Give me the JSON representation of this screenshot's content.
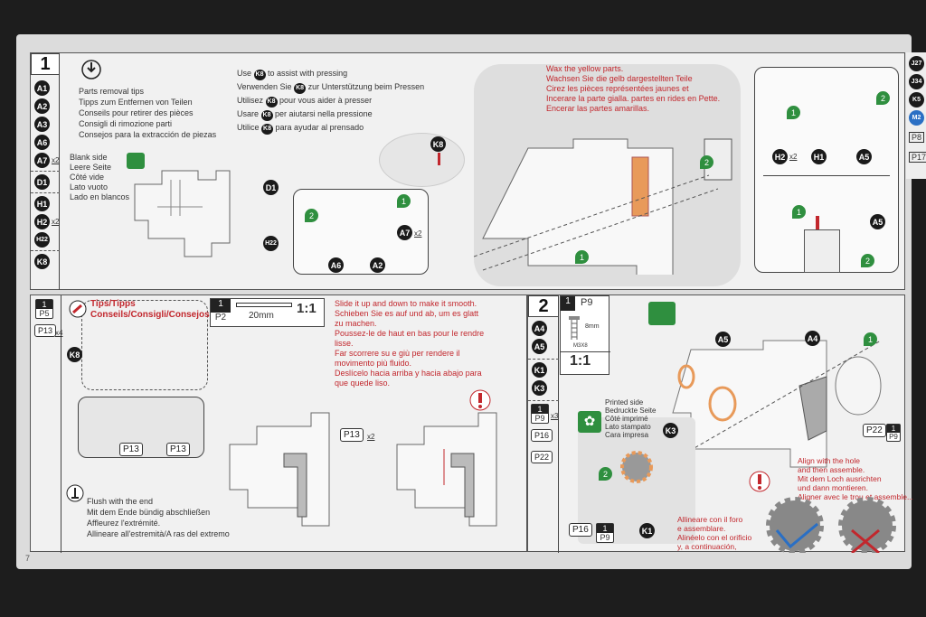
{
  "step1": {
    "number": "1",
    "parts": [
      {
        "id": "A1"
      },
      {
        "id": "A2"
      },
      {
        "id": "A3"
      },
      {
        "id": "A6"
      },
      {
        "id": "A7",
        "qty": "x2"
      },
      {
        "id": "D1"
      },
      {
        "id": "H1"
      },
      {
        "id": "H2",
        "qty": "x2"
      },
      {
        "id": "H22"
      },
      {
        "id": "K8"
      }
    ],
    "removal_tips": [
      "Parts removal tips",
      "Tipps zum Entfernen von Teilen",
      "Conseils pour retirer des pièces",
      "Consigli di rimozione parti",
      "Consejos para la extracción de piezas"
    ],
    "k8_tip": [
      {
        "pre": "Use",
        "post": "to assist with pressing"
      },
      {
        "pre": "Verwenden Sie",
        "post": "zur Unterstützung beim Pressen"
      },
      {
        "pre": "Utilisez",
        "post": "pour vous aider à presser"
      },
      {
        "pre": "Usare",
        "post": "per aiutarsi nella pressione"
      },
      {
        "pre": "Utilice",
        "post": "para ayudar al prensado"
      }
    ],
    "k8_label": "K8",
    "blank_side": [
      "Blank side",
      "Leere Seite",
      "Côté vide",
      "Lato vuoto",
      "Lado en blancos"
    ],
    "wax_note": [
      "Wax the yellow parts.",
      "Wachsen Sie die gelb dargestellten Teile",
      "Cirez les pièces représentées jaunes et",
      "Incerare la parte gialla. partes en rides en Pette.",
      "Encerar las partes amarillas."
    ],
    "labels": {
      "d1": "D1",
      "h22": "H22",
      "a6": "A6",
      "a2": "A2",
      "a7": "A7",
      "a7_qty": "x2",
      "h2": "H2",
      "h2_qty": "x2",
      "h1": "H1",
      "a5": "A5",
      "a5b": "A5",
      "g1": "1",
      "g2": "2"
    }
  },
  "tips": {
    "parts": [
      {
        "top": "1",
        "bottom": "P5"
      },
      {
        "id": "P13",
        "qty": "x4"
      }
    ],
    "title1": "Tips/Tipps",
    "title2": "Conseils/Consigli/Consejos",
    "k8": "K8",
    "p13": "P13",
    "flush": [
      "Flush with the end",
      "Mit dem Ende bündig abschließen",
      "Affleurez l'extrémité.",
      "Allineare all'estremità/A ras del extremo"
    ],
    "scale_top": "1",
    "scale_part": "P2",
    "length": "20mm",
    "ratio": "1:1",
    "slide": [
      "Slide it up and down to make it smooth.",
      "Schieben Sie es auf und ab, um es glatt",
      "zu machen.",
      "Poussez-le de haut en bas pour le rendre",
      "lisse.",
      "Far scorrere su e giù per rendere il",
      "movimento più fluido.",
      "Deslícelo hacia arriba y hacia abajo para",
      "que quede liso."
    ],
    "p13x2": "P13",
    "p13x2_qty": "x2"
  },
  "step2": {
    "number": "2",
    "parts": [
      {
        "id": "A4"
      },
      {
        "id": "A5"
      },
      {
        "id": "K1"
      },
      {
        "id": "K3"
      }
    ],
    "p9_stack": {
      "top": "1",
      "bottom": "P9",
      "qty": "x3"
    },
    "p16": "P16",
    "p22": "P22",
    "screw": {
      "top": "1",
      "part": "P9",
      "length": "8mm",
      "size": "M3X8",
      "ratio": "1:1"
    },
    "printed_side": [
      "Printed side",
      "Bedruckte Seite",
      "Côté imprimé",
      "Lato stampato",
      "Cara impresa"
    ],
    "labels": {
      "a5": "A5",
      "a4": "A4",
      "k3": "K3",
      "k1": "K1",
      "p22": "P22",
      "p16": "P16",
      "g1": "1",
      "g2": "2",
      "p9": "P9",
      "one": "1"
    },
    "align_en": [
      "Align with the hole",
      "and then assemble.",
      "Mit dem Loch ausrichten",
      "und dann montieren.",
      "Aligner avec le trou et assemble..."
    ],
    "align_it": [
      "Allineare con il foro",
      "e assemblare.",
      "Alinéelo con el orificio",
      "y, a continuación,"
    ]
  },
  "next_page_parts": [
    "J27",
    "J34",
    "K5",
    "M2",
    "P8",
    "P17"
  ],
  "page_number": "7",
  "colors": {
    "accent_red": "#c2272d",
    "green": "#2f8f3f",
    "blue": "#2a6fc4",
    "wax": "#e89a5a"
  }
}
